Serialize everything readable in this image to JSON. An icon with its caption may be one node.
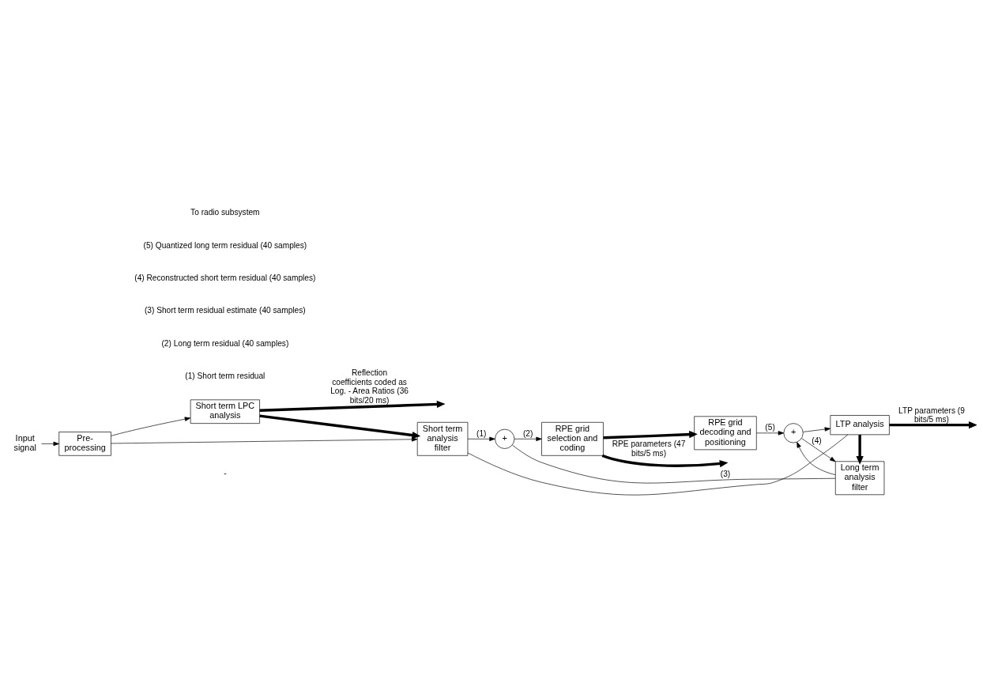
{
  "diagram": {
    "nodes": [
      {
        "text": [
          "Input",
          "signal"
        ]
      },
      {
        "text": [
          "Pre- processing"
        ]
      },
      {
        "text": [
          "Short term LPC analysis"
        ]
      },
      {
        "text": [
          "Short term analysis filter"
        ]
      },
      {
        "text": [
          "+"
        ]
      },
      {
        "text": [
          "RPE grid selection and coding"
        ]
      },
      {
        "text": [
          "+"
        ]
      },
      {
        "text": [
          "Long term analysis filter"
        ]
      },
      {
        "text": [
          "RPE grid decoding and positioning"
        ]
      },
      {
        "text": [
          "LTP analysis"
        ]
      }
    ],
    "edges": [
      {
        "from": 0,
        "to": 1,
        "arrow": "to"
      },
      {
        "from": 1,
        "to": 2,
        "arrow": "to"
      },
      {
        "from": 1,
        "to": 3,
        "arrow": "to"
      },
      {
        "from": 2,
        "to": 3,
        "arrow": "to",
        "style": "thick"
      },
      {
        "from": 2,
        "to": null,
        "arrow": "to",
        "style": "thick",
        "label": "Reflection coefficients coded as Log. - Area Ratios (36 bits/20 ms)"
      },
      {
        "from": 3,
        "to": 4,
        "arrow": "to",
        "label": "(1)"
      },
      {
        "from": 4,
        "to": 5,
        "arrow": "to",
        "label": "(2)"
      },
      {
        "from": 5,
        "to": null,
        "arrow": "to",
        "style": "thick",
        "label": "RPE parameters (47 bits/5 ms)"
      },
      {
        "from": 5,
        "to": 8,
        "arrow": "to",
        "style": "thick"
      },
      {
        "from": 8,
        "to": 6,
        "arrow": "to",
        "label": "(5)"
      },
      {
        "from": 7,
        "to": 4,
        "arrow": "none",
        "label": "(3)"
      },
      {
        "from": 7,
        "to": 6,
        "arrow": "to"
      },
      {
        "from": 6,
        "to": 7,
        "arrow": "to",
        "label": "(4)"
      },
      {
        "from": 6,
        "to": 9,
        "arrow": "to"
      },
      {
        "from": 3,
        "to": 9,
        "arrow": "none"
      },
      {
        "from": 9,
        "to": 7,
        "arrow": "to",
        "style": "thick"
      },
      {
        "from": 9,
        "to": null,
        "arrow": "to",
        "style": "thick",
        "label": "LTP parameters (9 bits/5 ms)"
      }
    ],
    "labels": [
      "-",
      "(1) Short term residual",
      "(2) Long term residual (40 samples)",
      "(3) Short term residual estimate (40 samples)",
      "(4) Reconstructed short term residual (40 samples)",
      "(5) Quantized long term residual (40 samples)",
      "To radio subsystem"
    ]
  }
}
